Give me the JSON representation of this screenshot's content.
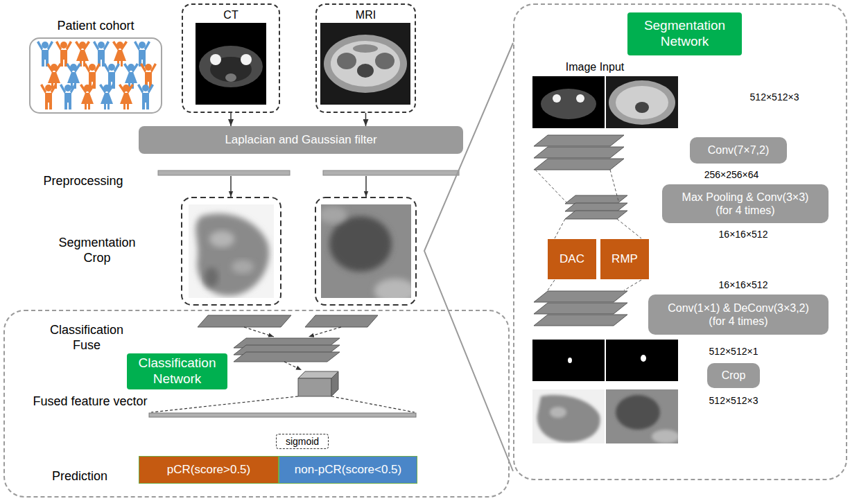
{
  "diagram": {
    "nodes": [
      {
        "text": [
          "Patient cohort"
        ]
      },
      {
        "text": [
          "CT"
        ]
      },
      {
        "text": [
          "MRI"
        ]
      },
      {
        "text": [
          "Laplacian and Gaussian filter"
        ]
      },
      {
        "text": [
          "Classification Fuse",
          "Fused feature vector",
          "Prediction"
        ]
      },
      {
        "text": [
          "Classification Network"
        ],
        "in": 4
      },
      {
        "text": [
          "sigmoid"
        ],
        "in": 4
      },
      {
        "text": [
          "pCR(score>0.5)"
        ],
        "in": 4
      },
      {
        "text": [
          "non-pCR(score<0.5)"
        ],
        "in": 4
      },
      {
        "text": [
          "Image Input",
          "512×512×3",
          "256×256×64",
          "16×16×512",
          "16×16×512",
          "512×512×1",
          "512×512×3"
        ]
      },
      {
        "text": [
          "Segmentation Network"
        ],
        "in": 9
      },
      {
        "text": [
          "Conv(7×7,2)"
        ],
        "in": 9
      },
      {
        "text": [
          "Max Pooling & Conv(3×3) (for 4 times)"
        ],
        "in": 9
      },
      {
        "text": [
          "DAC"
        ],
        "in": 9
      },
      {
        "text": [
          "RMP"
        ],
        "in": 9
      },
      {
        "text": [
          "Conv(1×1) & DeConv(3×3,2) (for 4 times)"
        ],
        "in": 9
      },
      {
        "text": [
          "Crop"
        ],
        "in": 9
      }
    ],
    "edges": [
      {
        "from": 1,
        "to": 3,
        "arrow": "to"
      },
      {
        "from": 2,
        "to": 3,
        "arrow": "to"
      }
    ],
    "labels": [
      "Preprocessing",
      "Segmentation Crop"
    ]
  }
}
